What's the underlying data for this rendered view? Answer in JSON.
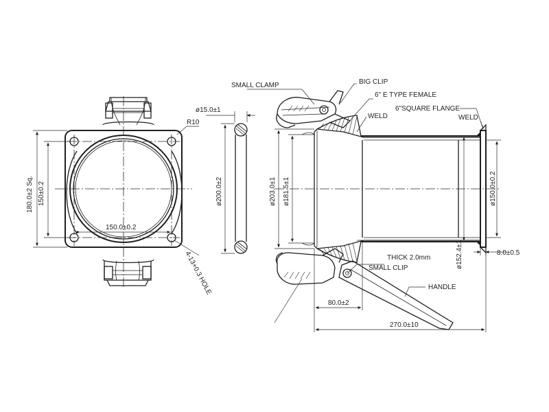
{
  "labels": {
    "small_clamp": "SMALL CLAMP",
    "big_clip": "BIG CLIP",
    "e_type_female": "6\" E TYPE FEMALE",
    "square_flange": "6\"SQUARE FLANGE",
    "weld_left": "WELD",
    "weld_right": "WELD",
    "thick": "THICK 2.0mm",
    "small_clip": "SMALL CLIP",
    "handle": "HANDLE",
    "r10": "R10",
    "hole": "4-13+0.3 HOLE"
  },
  "dims": {
    "sq180": "180.0±2 Sq.",
    "v150": "150±0.2",
    "h150": "150.0±0.2",
    "d15": "ø15.0±1",
    "d200": "ø200.0±2",
    "d203": "ø203.0±1",
    "d181": "ø181.5±1",
    "d150": "ø150.0±0.2",
    "d152": "ø152.4±1",
    "w8": "8.0±0.5",
    "l80": "80.0±2",
    "l270": "270.0±10"
  }
}
